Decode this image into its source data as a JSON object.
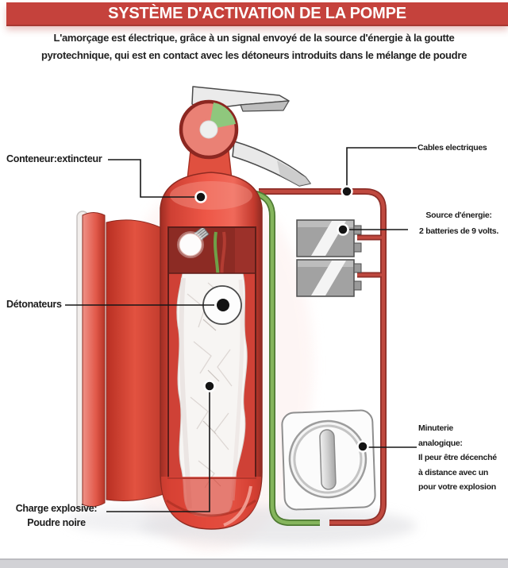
{
  "header": {
    "title": "SYSTÈME D'ACTIVATION DE LA POMPE"
  },
  "subtitle": {
    "line1": "L'amorçage est électrique, grâce à un signal envoyé de la source d'énergie à la goutte",
    "line2": "pyrotechnique, qui est en contact avec les détoneurs introduits dans le mélange de poudre"
  },
  "callouts": {
    "container": {
      "label": "Conteneur:extincteur"
    },
    "cables": {
      "label": "Cables electriques"
    },
    "power": {
      "line1": "Source d'énergie:",
      "line2": "2 batteries de 9 volts."
    },
    "detonators": {
      "label": "Détonateurs"
    },
    "timer": {
      "line1": "Minuterie",
      "line2": "analogique:",
      "line3": "Il peur être décenché",
      "line4": "à distance avec un",
      "line5": "pour votre explosion"
    },
    "charge": {
      "line1": "Charge explosive:",
      "line2": "Poudre noire"
    }
  },
  "colors": {
    "banner": "#c5423c",
    "extinguisher_red": "#ee5747",
    "cable_red": "#c0493f",
    "cable_green": "#85b55c",
    "gauge_green": "#8fc77d",
    "battery_gray": "#a2a2a2",
    "footer_band": "#d2d2d6"
  }
}
